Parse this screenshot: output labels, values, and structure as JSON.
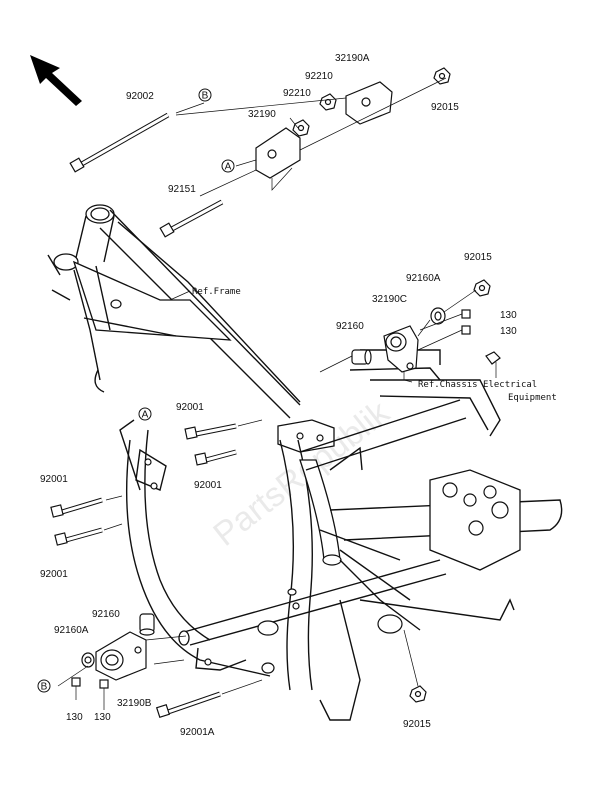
{
  "diagram": {
    "watermark": "PartsRepublik",
    "references": {
      "frame": "Ref.Frame",
      "chassis_line1": "Ref.Chassis Electrical",
      "chassis_line2": "Equipment"
    },
    "markers": {
      "a": "A",
      "b": "B"
    },
    "parts": [
      "92002",
      "32190A",
      "92210",
      "92210",
      "32190",
      "92015",
      "92151",
      "92015",
      "92160A",
      "32190C",
      "92160",
      "130",
      "130",
      "92001",
      "92001",
      "92001",
      "92001",
      "92160",
      "92160A",
      "32190B",
      "130",
      "130",
      "92001A",
      "92015"
    ]
  }
}
